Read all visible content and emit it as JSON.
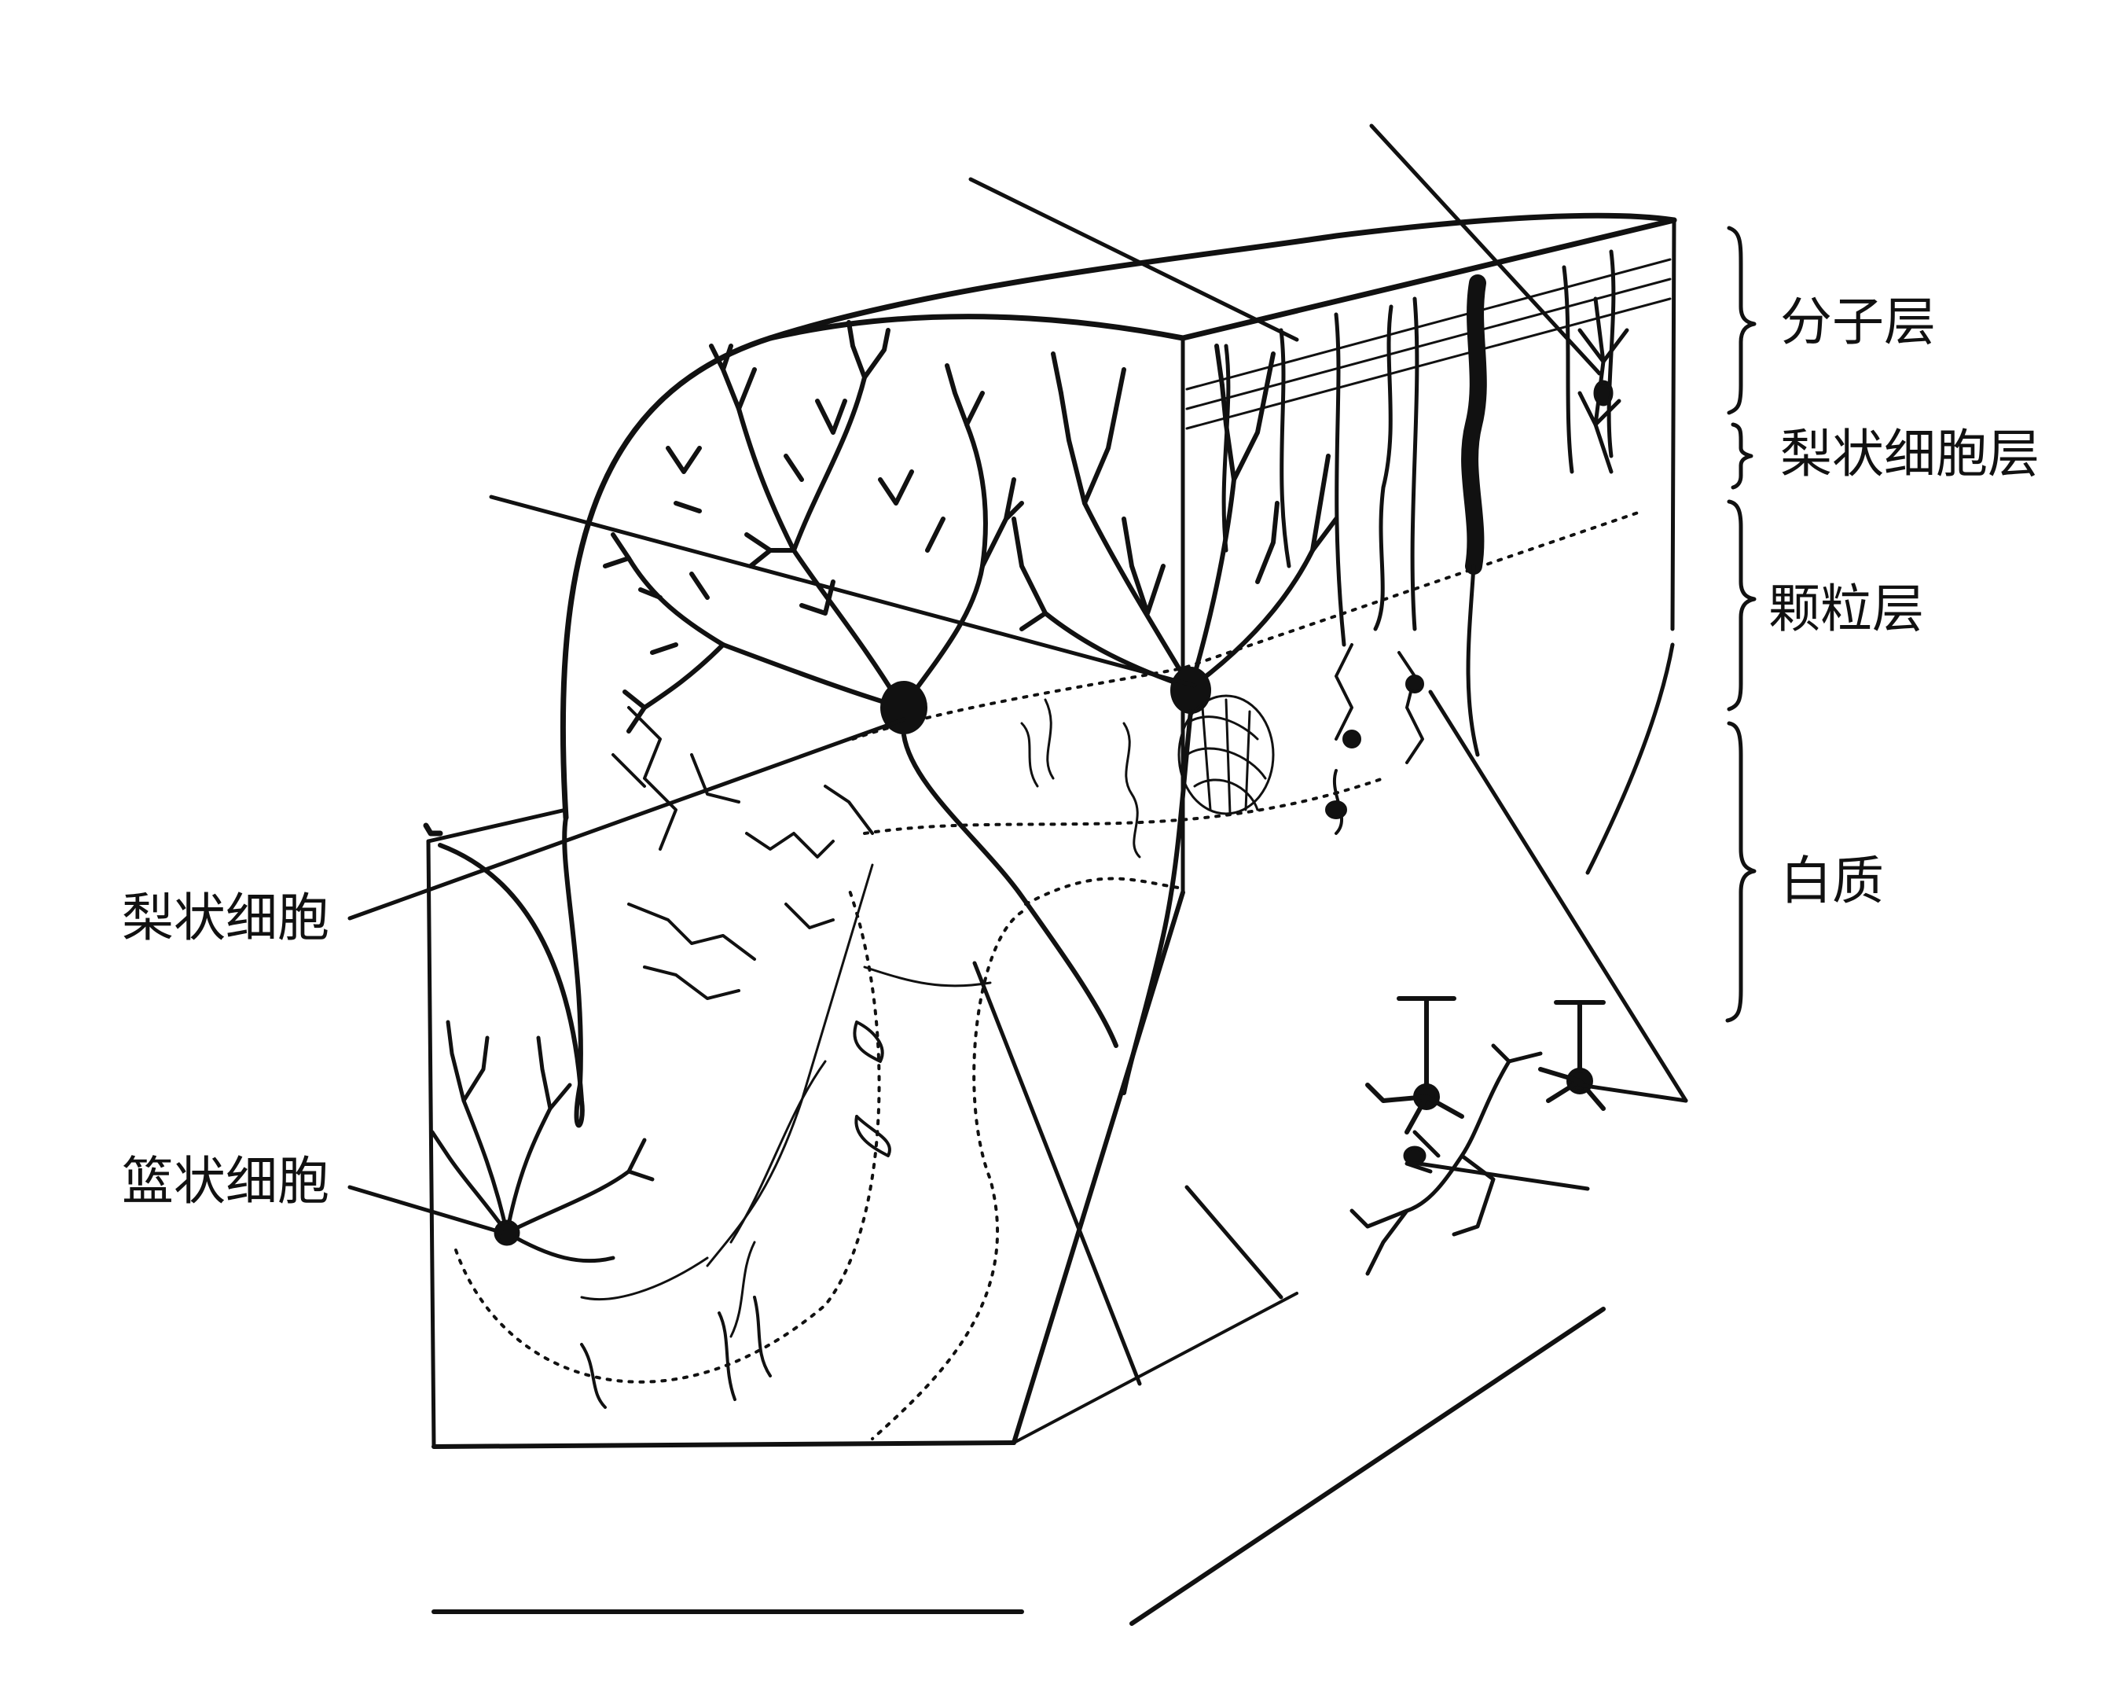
{
  "labels": {
    "left": {
      "purkinje_cell": "梨状细胞",
      "basket_cell": "篮状细胞"
    },
    "layers": {
      "molecular": "分子层",
      "purkinje_layer": "梨状细胞层",
      "granular": "颗粒层",
      "white_matter": "白质"
    }
  },
  "colors": {
    "ink": "#111111",
    "background": "#ffffff"
  },
  "answer_blanks": {
    "count": 2,
    "note_visible": ""
  }
}
